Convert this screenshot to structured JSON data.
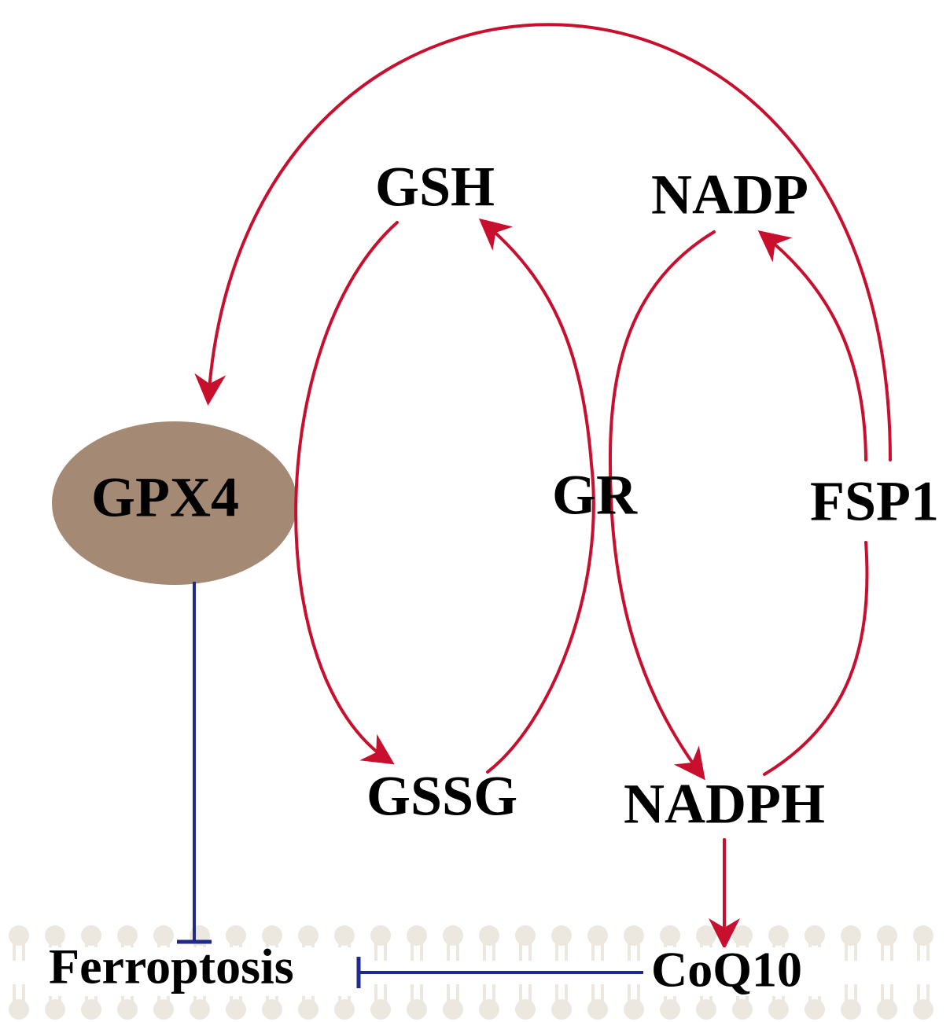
{
  "nodes": {
    "gsh": "GSH",
    "nadp": "NADP",
    "gpx4": "GPX4",
    "gr": "GR",
    "fsp1": "FSP1",
    "gssg": "GSSG",
    "nadph": "NADPH",
    "ferroptosis": "Ferroptosis",
    "coq10": "CoQ10"
  },
  "colors": {
    "activation": "#c8102e",
    "inhibition": "#1f2a8a",
    "gpx4_fill": "#a48a75",
    "membrane": "#ede8df"
  },
  "edges": [
    {
      "from": "GSH",
      "to": "GSSG",
      "type": "activation"
    },
    {
      "from": "GSSG",
      "to": "GSH",
      "via": "GR",
      "type": "activation"
    },
    {
      "from": "NADP",
      "to": "NADPH",
      "via": "GR",
      "type": "activation"
    },
    {
      "from": "NADPH",
      "to": "NADP",
      "via": "FSP1",
      "type": "activation"
    },
    {
      "from": "FSP1",
      "to": "GPX4",
      "type": "activation"
    },
    {
      "from": "NADPH",
      "to": "CoQ10",
      "type": "activation"
    },
    {
      "from": "GPX4",
      "to": "Ferroptosis",
      "type": "inhibition"
    },
    {
      "from": "CoQ10",
      "to": "Ferroptosis",
      "type": "inhibition"
    }
  ]
}
